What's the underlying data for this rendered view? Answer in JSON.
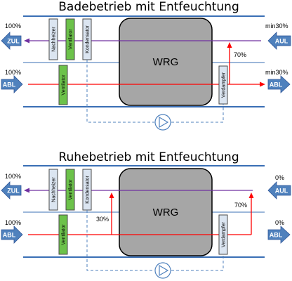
{
  "colors": {
    "duct": "#3a6fb5",
    "arrow_fill": "#4f81bd",
    "supply_line": "#7030a0",
    "exhaust_line": "#ff0000",
    "ventilator": "#6cc24a",
    "component": "#dbe5f1",
    "wrg": "#a6a6a6",
    "dashed": "#4f81bd"
  },
  "panels": [
    {
      "title": "Badebetrieb mit Entfeuchtung",
      "left_top": {
        "percent": "100%",
        "arrow_label": "ZUL"
      },
      "left_bottom": {
        "percent": "100%",
        "arrow_label": "ABL"
      },
      "right_top": {
        "percent": "min30%",
        "arrow_label": "AUL"
      },
      "right_bottom": {
        "percent": "min30%",
        "arrow_label": "ABL"
      },
      "components": {
        "nachheizer": "Nachheizer",
        "ventilator_top": "Ventilator",
        "kondensator": "Kondensator",
        "ventilator_bottom": "Ventilator",
        "verdampfer": "Verdampfer"
      },
      "wrg": "WRG",
      "bypass_percents": [
        "70%"
      ]
    },
    {
      "title": "Ruhebetrieb mit Entfeuchtung",
      "left_top": {
        "percent": "100%",
        "arrow_label": "ZUL"
      },
      "left_bottom": {
        "percent": "100%",
        "arrow_label": "ABL"
      },
      "right_top": {
        "percent": "0%",
        "arrow_label": "AUL"
      },
      "right_bottom": {
        "percent": "0%",
        "arrow_label": "ABL"
      },
      "components": {
        "nachheizer": "Nachheizer",
        "ventilator_top": "Ventilator",
        "kondensator": "Kondensator",
        "ventilator_bottom": "Ventilator",
        "verdampfer": "Verdampfer"
      },
      "wrg": "WRG",
      "bypass_percents": [
        "30%",
        "70%"
      ]
    }
  ]
}
